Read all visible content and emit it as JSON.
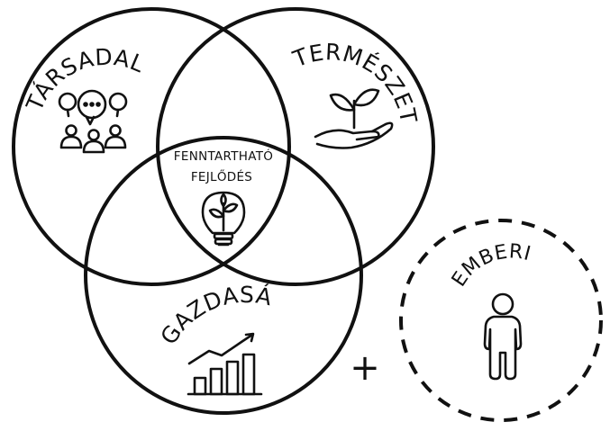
{
  "diagram": {
    "circles": {
      "social": {
        "label": "TÁRSADALMI",
        "icon": "people-speech-icon"
      },
      "environmental": {
        "label": "TERMÉSZETI",
        "icon": "hand-plant-icon"
      },
      "economic": {
        "label": "GAZDASÁGI",
        "icon": "growth-chart-icon"
      },
      "human": {
        "label": "EMBERI",
        "icon": "person-icon",
        "style": "dashed"
      }
    },
    "center": {
      "line1": "FENNTARTHATÓ",
      "line2": "FEJLŐDÉS",
      "icon": "lightbulb-plant-icon"
    },
    "plus": "+"
  },
  "colors": {
    "stroke": "#111111",
    "background": "#ffffff"
  }
}
